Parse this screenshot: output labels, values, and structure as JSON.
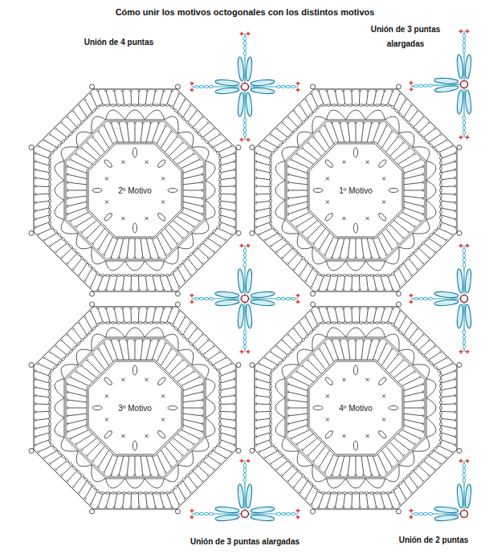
{
  "diagram": {
    "title": "Cómo unir los motivos octogonales con los distintos motivos",
    "nodes": [
      {
        "text": [
          "2º Motivo"
        ]
      },
      {
        "text": [
          "1º Motivo"
        ]
      },
      {
        "text": [
          "3º Motivo"
        ]
      },
      {
        "text": [
          "4º Motivo"
        ]
      }
    ],
    "labels": [
      "Unión de 4 puntas",
      "Unión de 3 puntas alargadas",
      "Unión de 3 puntas alargadas",
      "Unión de 2 puntas"
    ]
  }
}
